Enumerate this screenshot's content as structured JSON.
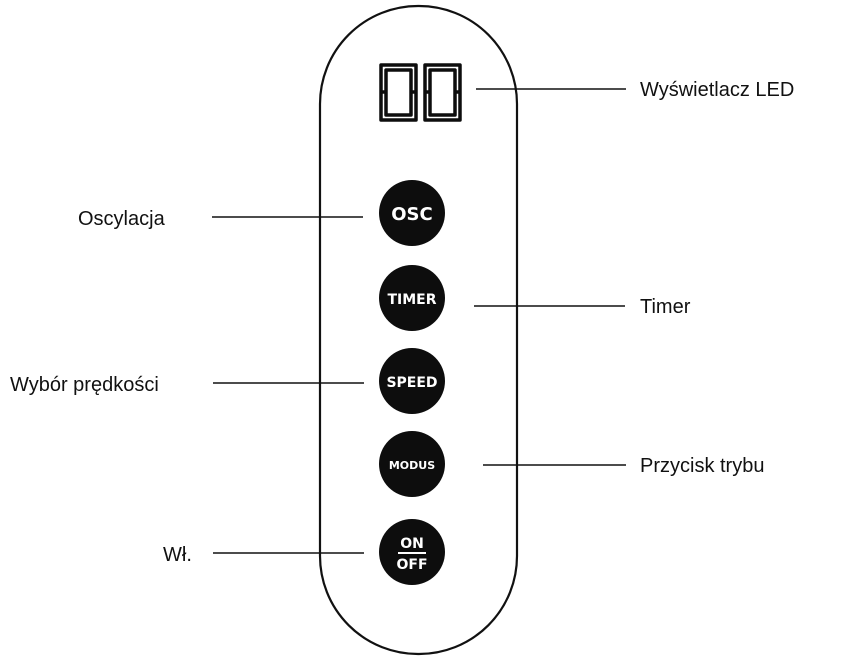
{
  "display": {
    "value": "00"
  },
  "buttons": {
    "osc": "OSC",
    "timer": "TIMER",
    "speed": "SPEED",
    "modus": "MODUS",
    "on": "ON",
    "off": "OFF"
  },
  "labels": {
    "led_display": "Wyświetlacz LED",
    "oscillation": "Oscylacja",
    "timer": "Timer",
    "speed_select": "Wybór prędkości",
    "mode_button": "Przycisk trybu",
    "power": "Wł."
  },
  "colors": {
    "button_fill": "#0d0d0d",
    "outline": "#111111",
    "text_on_button": "#ffffff"
  }
}
